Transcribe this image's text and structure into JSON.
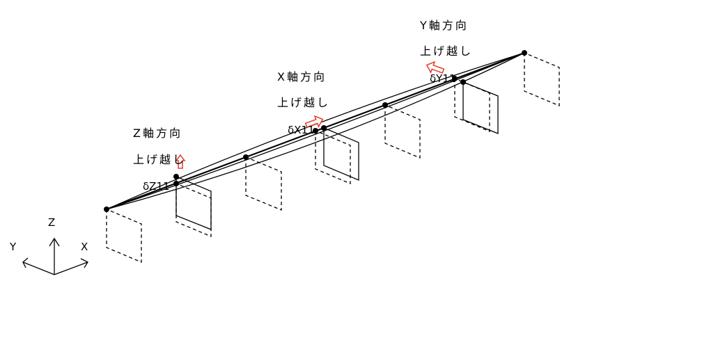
{
  "labels": {
    "z_direction": "Z軸方向",
    "z_camber": "上げ越し",
    "x_direction": "X軸方向",
    "x_camber": "上げ越し",
    "y_direction": "Y軸方向",
    "y_camber": "上げ越し",
    "delta_z": "δZ11",
    "delta_x": "δX11",
    "delta_y": "δY11"
  },
  "axes": {
    "z": "Z",
    "y": "Y",
    "x": "X"
  },
  "colors": {
    "line": "#000000",
    "arrow": "#e53b2a"
  }
}
